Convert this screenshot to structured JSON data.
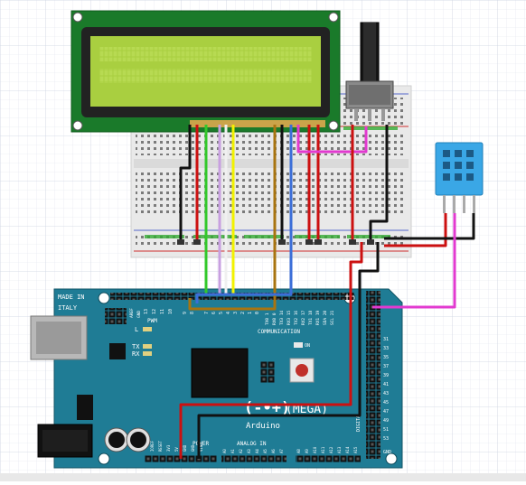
{
  "board": {
    "made_in": "MADE IN",
    "italy": "ITALY",
    "brand": "Arduino",
    "model": "(MEGA)",
    "logo_symbols": "(-•+)",
    "communication": "COMMUNICATION",
    "pwm": "PWM",
    "power": "POWER",
    "analog_in": "ANALOG IN",
    "digital": "DIGITAL",
    "gnd": "GND",
    "led_l": "L",
    "led_tx": "TX",
    "led_rx": "RX",
    "led_on": "ON",
    "pwm_pins": [
      "13",
      "12",
      "11",
      "10",
      "9",
      "8",
      "7",
      "6",
      "5",
      "4",
      "3",
      "2",
      "1",
      "0"
    ],
    "comm_pins": [
      "TX0 1",
      "RX0 0",
      "TX3 14",
      "RX3 15",
      "TX2 16",
      "RX2 17",
      "TX1 18",
      "RX1 19",
      "SDA 20",
      "SCL 21"
    ],
    "header_right_pins": [
      "31",
      "33",
      "35",
      "37",
      "39",
      "41",
      "43",
      "45",
      "47",
      "49",
      "51",
      "53"
    ],
    "header_top_left": [
      "AREF",
      "GND"
    ],
    "power_pins": [
      "IOREF",
      "RESET",
      "3V3",
      "5V",
      "GND",
      "GND",
      "VIN"
    ],
    "analog_pins": [
      "A0",
      "A1",
      "A2",
      "A3",
      "A4",
      "A5",
      "A6",
      "A7",
      "A8",
      "A9",
      "A10",
      "A11",
      "A12",
      "A13",
      "A14",
      "A15"
    ]
  },
  "colors": {
    "grid": "#dfe3ec",
    "arduino": "#1f7c95",
    "lcd_pcb": "#1a7a2a",
    "lcd_screen": "#a9cf40",
    "breadboard": "#e9e9e9",
    "dht": "#3aa7e6",
    "wire_red": "#cc1010",
    "wire_black": "#111111",
    "wire_green": "#32c82a",
    "wire_yellow": "#f2f200",
    "wire_brown": "#a87410",
    "wire_blue": "#3b6ed8",
    "wire_pink": "#e23ad0",
    "wire_lavender": "#c8a0e0"
  }
}
